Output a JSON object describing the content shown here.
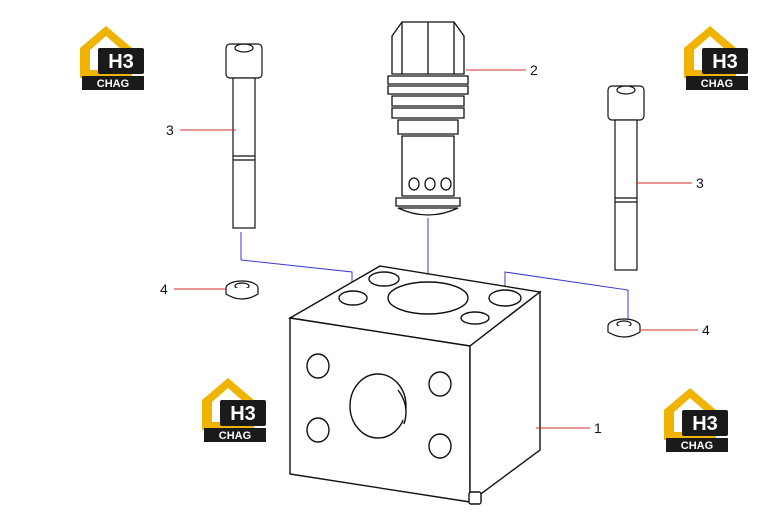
{
  "callouts": [
    {
      "id": "c2",
      "label": "2"
    },
    {
      "id": "c3a",
      "label": "3"
    },
    {
      "id": "c3b",
      "label": "3"
    },
    {
      "id": "c4a",
      "label": "4"
    },
    {
      "id": "c4b",
      "label": "4"
    },
    {
      "id": "c1",
      "label": "1"
    }
  ],
  "watermark": {
    "letters": "H3",
    "subtitle": "CHAG"
  },
  "colors": {
    "leader": "#d22b2b",
    "assembly_line": "#3a3ad0",
    "logo_gold": "#f0b400",
    "logo_dark": "#1a1a1a",
    "outline": "#111111"
  }
}
